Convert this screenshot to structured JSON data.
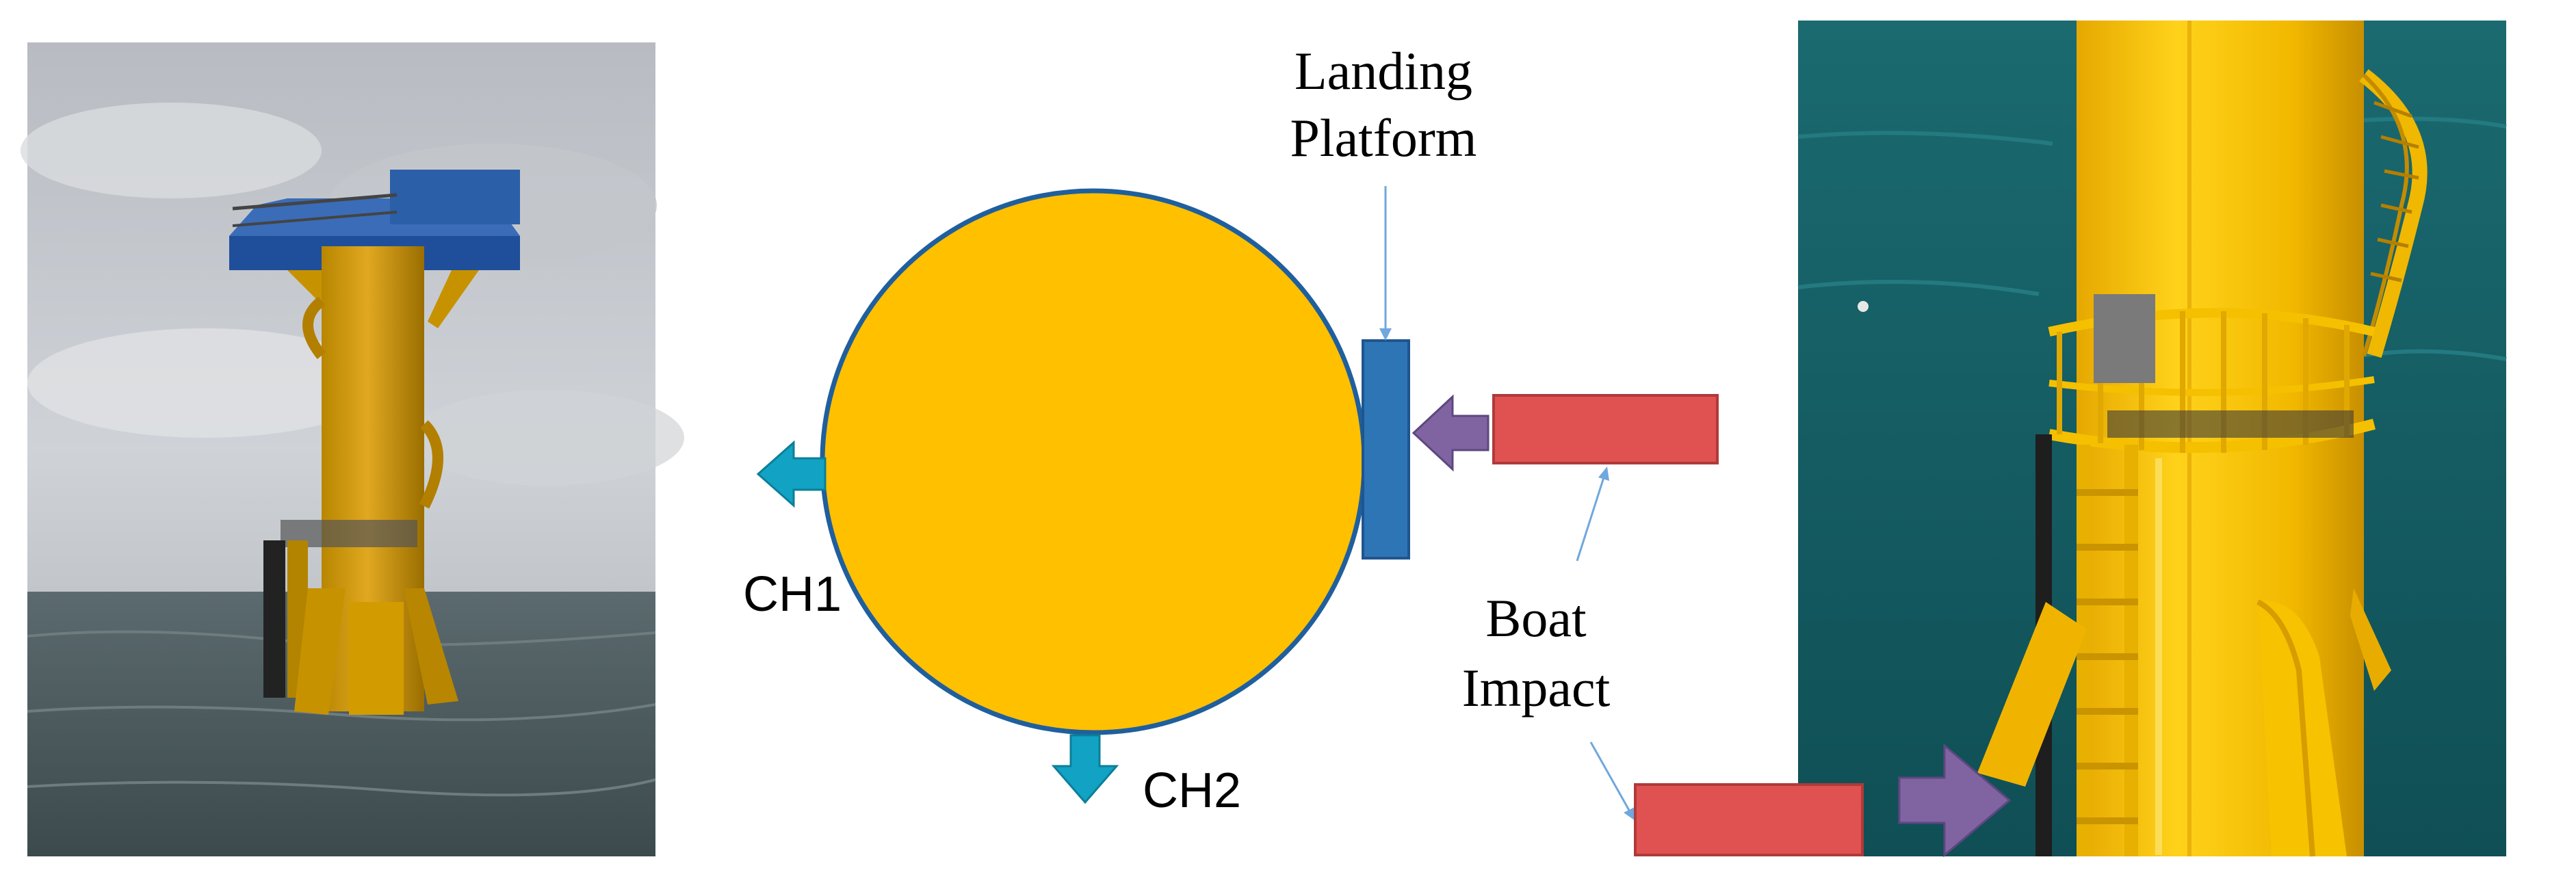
{
  "labels": {
    "landing_line1": "Landing",
    "landing_line2": "Platform",
    "boat_line1": "Boat",
    "boat_line2": "Impact",
    "ch1": "CH1",
    "ch2": "CH2"
  },
  "colors": {
    "tower_yellow": "#ffc000",
    "tower_outline": "#1f5f9e",
    "platform_blue": "#2e75b6",
    "boat_red": "#e05252",
    "impact_purple": "#8064a2",
    "sensor_cyan": "#12a3c4",
    "leader_line": "#6fa8dc"
  },
  "photos": [
    {
      "name": "tower-photo-overview",
      "subject": "offshore tower with deck structure standing in sea"
    },
    {
      "name": "tower-photo-closeup",
      "subject": "yellow tower column with boat landing ladder and railing"
    }
  ]
}
